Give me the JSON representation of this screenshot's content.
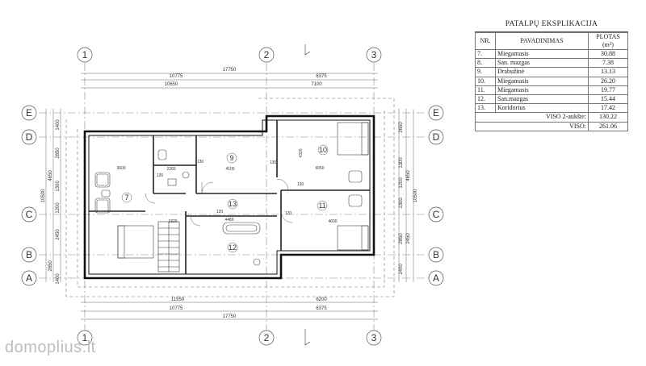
{
  "table": {
    "title": "PATALPŲ EKSPLIKACIJA",
    "headers": {
      "nr": "NR.",
      "name": "PAVADINIMAS",
      "area": "PLOTAS (m²)"
    },
    "rows": [
      {
        "nr": "7.",
        "name": "Miegamasis",
        "area": "30.88"
      },
      {
        "nr": "8.",
        "name": "San. mazgas",
        "area": "7.38"
      },
      {
        "nr": "9.",
        "name": "Drabužinė",
        "area": "13.13"
      },
      {
        "nr": "10.",
        "name": "Miegamasis",
        "area": "26.20"
      },
      {
        "nr": "11.",
        "name": "Miegamasis",
        "area": "19.77"
      },
      {
        "nr": "12.",
        "name": "San.mazgas",
        "area": "15.44"
      },
      {
        "nr": "13.",
        "name": "Koridorius",
        "area": "17.42"
      }
    ],
    "floor_total": {
      "label": "VISO 2-aukšte:",
      "value": "130.22"
    },
    "grand_total": {
      "label": "VISO:",
      "value": "261.06"
    }
  },
  "axes": {
    "columns": [
      "1",
      "2",
      "3"
    ],
    "rows": [
      "E",
      "D",
      "C",
      "B",
      "A"
    ]
  },
  "dimensions": {
    "top_total": "17750",
    "top_left": "10775",
    "top_right": "6375",
    "top_inner_left": "10650",
    "top_inner_right": "7100",
    "bottom_inner_left": "11550",
    "bottom_inner_right": "6200",
    "bottom_left": "10775",
    "bottom_right": "6375",
    "bottom_total": "17750",
    "left_total": "10500",
    "left_mid_upper": "4650",
    "left_segments": [
      "1400",
      "2850",
      "1300",
      "1200",
      "2450",
      "2850",
      "1400"
    ],
    "right_total": "10500",
    "right_mid": "4650",
    "right_segments": [
      "2650",
      "1300",
      "1200",
      "1300",
      "2850",
      "2450",
      "1400"
    ]
  },
  "rooms": [
    {
      "number": "7",
      "label": "3600"
    },
    {
      "number": "9",
      "label": "4100"
    },
    {
      "number": "10",
      "label": "6050"
    },
    {
      "number": "11",
      "label": "4600"
    },
    {
      "number": "12",
      "label": "1920"
    },
    {
      "number": "13",
      "label": "4480"
    }
  ],
  "small_dims": [
    "2260",
    "130",
    "130",
    "4320",
    "130",
    "130",
    "120",
    "120"
  ],
  "watermark": "domoplius.lt"
}
